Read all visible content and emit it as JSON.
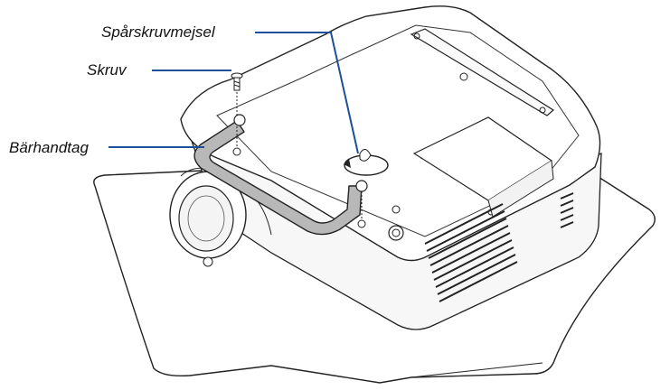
{
  "labels": {
    "screwdriver": "Spårskruvmejsel",
    "screw": "Skruv",
    "carry_handle": "Bärhandtag"
  },
  "colors": {
    "leader_line": "#1f4e9a",
    "handle_fill": "#b8b8b8",
    "outline": "#222222",
    "background": "#ffffff"
  }
}
